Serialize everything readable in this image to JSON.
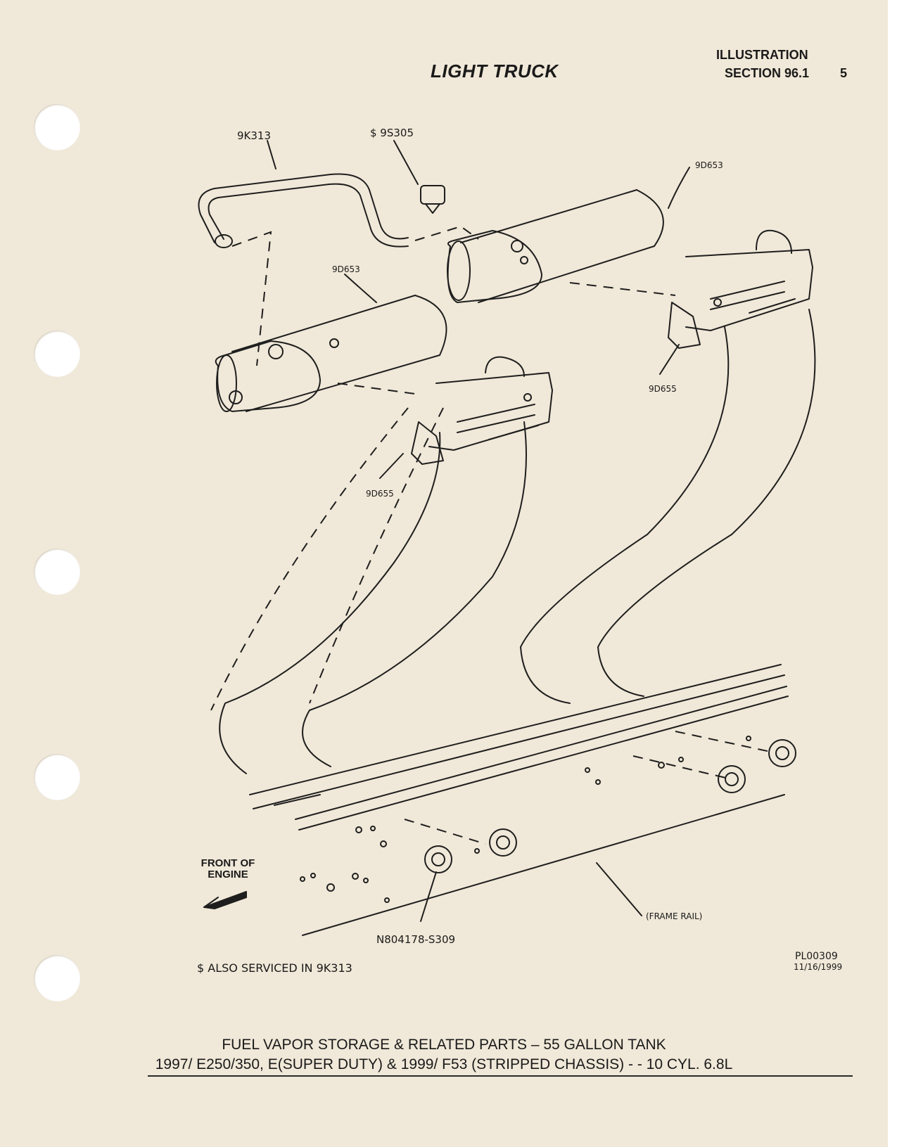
{
  "header": {
    "title": "LIGHT TRUCK",
    "illustration": "ILLUSTRATION",
    "section": "SECTION 96.1",
    "page_number": "5"
  },
  "callouts": {
    "tube": "9K313",
    "valve": "$ 9S305",
    "canister_upper": "9D653",
    "canister_lower": "9D653",
    "bracket_right": "9D655",
    "bracket_left": "9D655",
    "nut": "N804178-S309",
    "frame_rail": "(FRAME RAIL)",
    "front_of_engine": "FRONT OF ENGINE"
  },
  "notes": {
    "also_serviced": "$ ALSO SERVICED IN 9K313",
    "drawing_code": "PL00309",
    "drawing_date": "11/16/1999"
  },
  "footer": {
    "line1": "FUEL VAPOR STORAGE & RELATED PARTS – 55 GALLON TANK",
    "line2": "1997/ E250/350, E(SUPER DUTY) & 1999/ F53 (STRIPPED CHASSIS) - - 10 CYL. 6.8L"
  }
}
